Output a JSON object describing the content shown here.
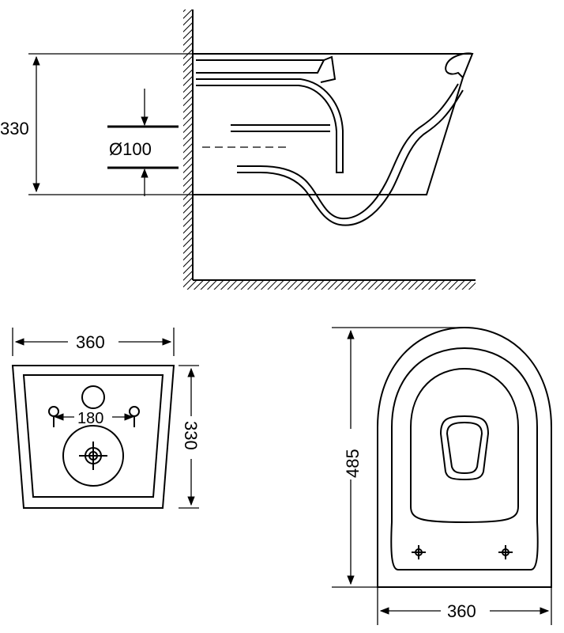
{
  "side_view": {
    "height_label": "330",
    "pipe_label": "Ø100"
  },
  "back_view": {
    "width_label": "360",
    "height_label": "330",
    "spacing_label": "180"
  },
  "top_view": {
    "length_label": "485",
    "width_label": "360"
  }
}
